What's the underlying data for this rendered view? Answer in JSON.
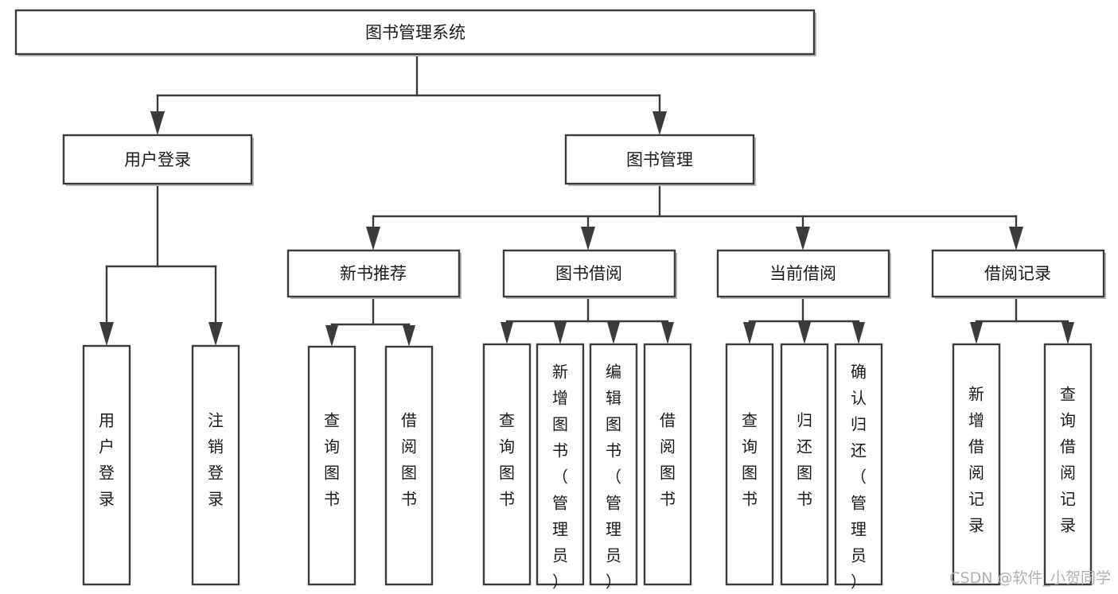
{
  "diagram": {
    "type": "tree-hierarchy",
    "title": "图书管理系统",
    "root": {
      "label": "图书管理系统"
    },
    "level2": [
      {
        "label": "用户登录"
      },
      {
        "label": "图书管理"
      }
    ],
    "level3": [
      {
        "label": "新书推荐"
      },
      {
        "label": "图书借阅"
      },
      {
        "label": "当前借阅"
      },
      {
        "label": "借阅记录"
      }
    ],
    "leaves": {
      "user_login": [
        {
          "label": "用户登录"
        },
        {
          "label": "注销登录"
        }
      ],
      "new_book_recommend": [
        {
          "label": "查询图书"
        },
        {
          "label": "借阅图书"
        }
      ],
      "book_borrow": [
        {
          "label": "查询图书"
        },
        {
          "label": "新增图书（管理员）"
        },
        {
          "label": "编辑图书（管理员）"
        },
        {
          "label": "借阅图书"
        }
      ],
      "current_borrow": [
        {
          "label": "查询图书"
        },
        {
          "label": "归还图书"
        },
        {
          "label": "确认归还（管理员）"
        }
      ],
      "borrow_record": [
        {
          "label": "新增借阅记录"
        },
        {
          "label": "查询借阅记录"
        }
      ]
    },
    "watermark": "CSDN @软件_小贺同学",
    "colors": {
      "stroke": "#3b3b3b",
      "fill": "#ffffff",
      "text": "#1a1a1a",
      "watermark": "#b0b0b0",
      "shadow": "#b9b9b9"
    }
  }
}
